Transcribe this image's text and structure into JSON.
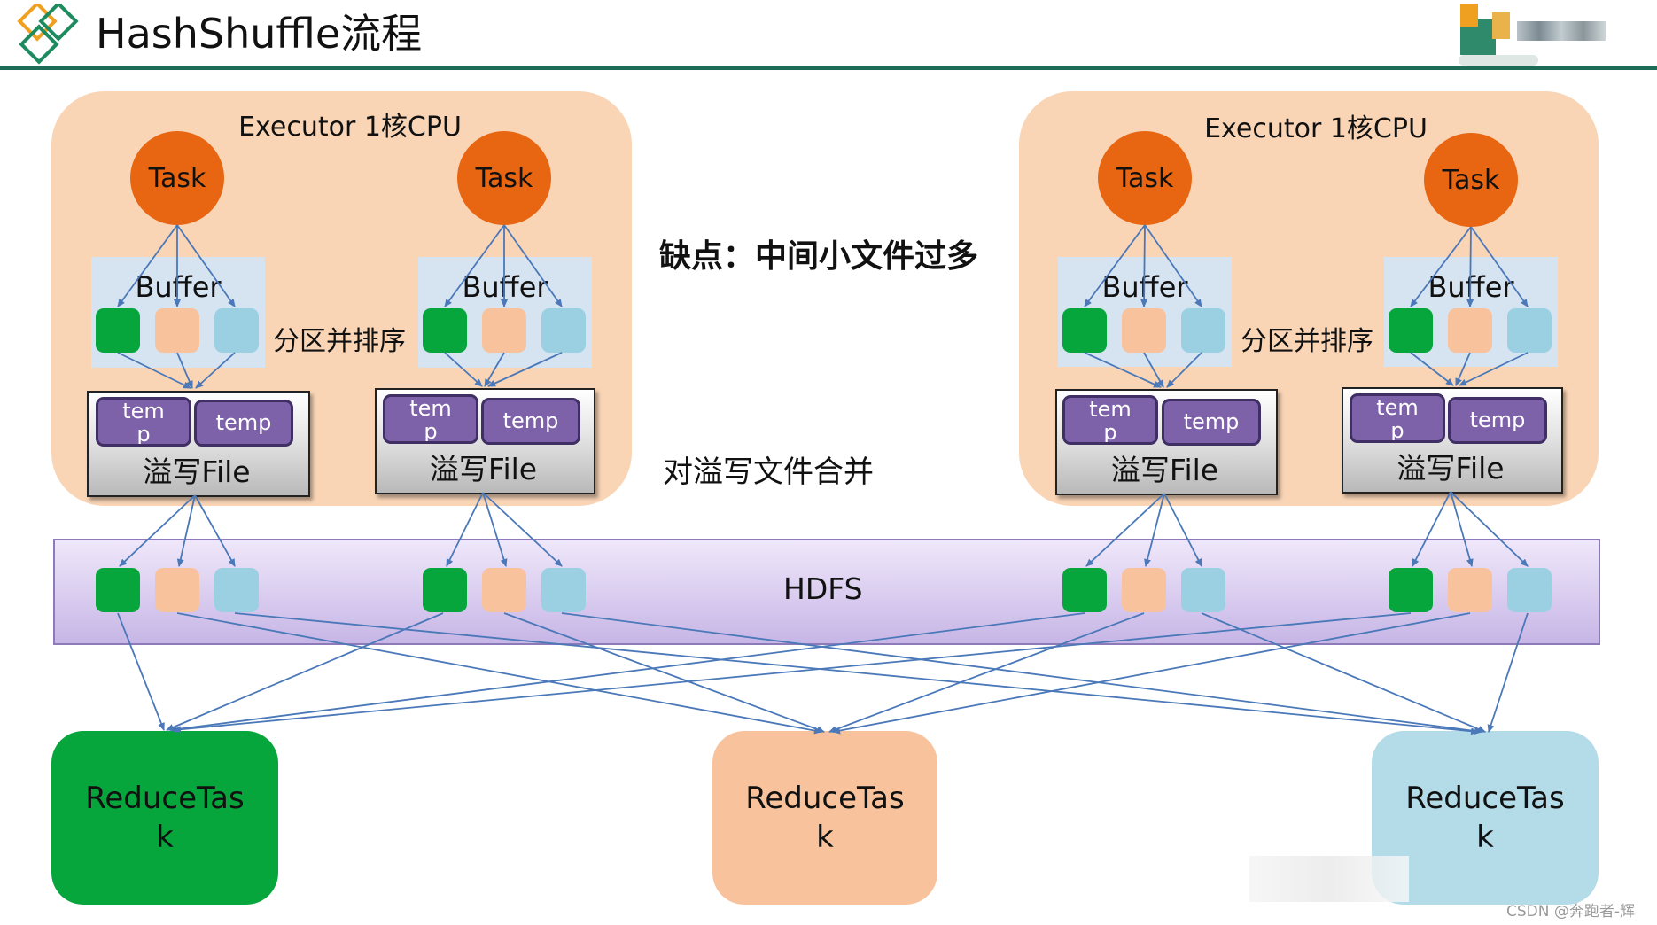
{
  "header": {
    "title": "HashShuffle流程",
    "logo_icon": "diamond-logo-icon",
    "corner_logo": "blurred-brand-logo",
    "rule_color": "#1e6b57"
  },
  "executors": [
    {
      "label": "Executor 1核CPU",
      "tasks": [
        {
          "label": "Task",
          "buffer_label": "Buffer",
          "temps": [
            "tem\np",
            "temp"
          ],
          "spill_label": "溢写File"
        },
        {
          "label": "Task",
          "buffer_label": "Buffer",
          "temps": [
            "tem\np",
            "temp"
          ],
          "spill_label": "溢写File"
        }
      ],
      "partition_label": "分区并排序"
    },
    {
      "label": "Executor 1核CPU",
      "tasks": [
        {
          "label": "Task",
          "buffer_label": "Buffer",
          "temps": [
            "tem\np",
            "temp"
          ],
          "spill_label": "溢写File"
        },
        {
          "label": "Task",
          "buffer_label": "Buffer",
          "temps": [
            "tem\np",
            "temp"
          ],
          "spill_label": "溢写File"
        }
      ],
      "partition_label": "分区并排序"
    }
  ],
  "notes": {
    "drawback": "缺点：中间小文件过多",
    "merge": "对溢写文件合并"
  },
  "hdfs": {
    "label": "HDFS"
  },
  "reduce_tasks": [
    {
      "label": "ReduceTas\nk",
      "color": "#07a63d"
    },
    {
      "label": "ReduceTas\nk",
      "color": "#f8c39c"
    },
    {
      "label": "ReduceTas\nk",
      "color": "#b3dce8"
    }
  ],
  "colors": {
    "executor_bg": "#f9d5b6",
    "task": "#e86512",
    "partition_green": "#07a63d",
    "partition_orange": "#f8c39c",
    "partition_blue": "#9ad0e2",
    "temp_purple": "#7e62a9",
    "arrow": "#4a78b8"
  },
  "footer": {
    "credit": "CSDN @奔跑者-辉"
  }
}
